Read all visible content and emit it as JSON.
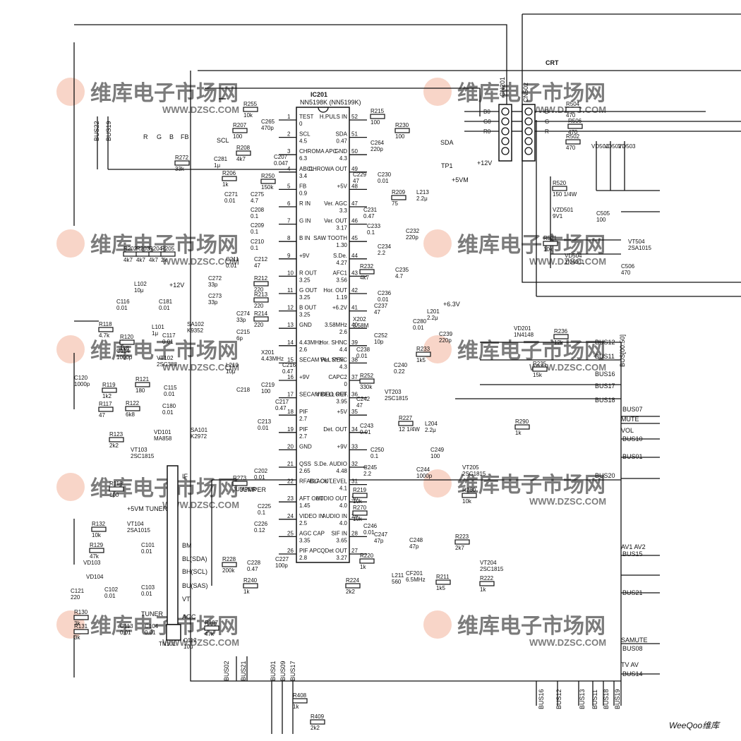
{
  "ic201": {
    "ref": "IC201",
    "part": "NN5198K (NN5199K)",
    "pins_left": [
      {
        "n": "1",
        "name": "TEST",
        "v": "0"
      },
      {
        "n": "2",
        "name": "SCL",
        "v": "4.5"
      },
      {
        "n": "3",
        "name": "CHROMA APC",
        "v": "6.3"
      },
      {
        "n": "4",
        "name": "ABCL",
        "v": "3.4"
      },
      {
        "n": "5",
        "name": "FB",
        "v": "0.9"
      },
      {
        "n": "6",
        "name": "R IN",
        "v": ""
      },
      {
        "n": "7",
        "name": "G IN",
        "v": ""
      },
      {
        "n": "8",
        "name": "B IN",
        "v": ""
      },
      {
        "n": "9",
        "name": "+9V",
        "v": ""
      },
      {
        "n": "10",
        "name": "R OUT",
        "v": "3.25"
      },
      {
        "n": "11",
        "name": "G OUT",
        "v": "3.25"
      },
      {
        "n": "12",
        "name": "B OUT",
        "v": "3.25"
      },
      {
        "n": "13",
        "name": "GND",
        "v": ""
      },
      {
        "n": "14",
        "name": "4.43MHz",
        "v": "2.6"
      },
      {
        "n": "15",
        "name": "SECAM PLL REF.",
        "v": ""
      },
      {
        "n": "16",
        "name": "+9V",
        "v": ""
      },
      {
        "n": "17",
        "name": "SECAM BELL REF.",
        "v": ""
      },
      {
        "n": "18",
        "name": "PIF",
        "v": "2.7"
      },
      {
        "n": "19",
        "name": "PIF",
        "v": "2.7"
      },
      {
        "n": "20",
        "name": "GND",
        "v": ""
      },
      {
        "n": "21",
        "name": "QSS",
        "v": "2.65"
      },
      {
        "n": "22",
        "name": "RFAGC OUT",
        "v": ""
      },
      {
        "n": "23",
        "name": "AFT OUT",
        "v": "1.45"
      },
      {
        "n": "24",
        "name": "VIDEO IN",
        "v": "2.5"
      },
      {
        "n": "25",
        "name": "AGC CAP",
        "v": "3.35"
      },
      {
        "n": "26",
        "name": "PIF APC",
        "v": "2.8"
      }
    ],
    "pins_right": [
      {
        "n": "52",
        "name": "H.PULS IN",
        "v": ""
      },
      {
        "n": "51",
        "name": "SDA",
        "v": "0.47"
      },
      {
        "n": "50",
        "name": "GND",
        "v": "4.3"
      },
      {
        "n": "49",
        "name": "CHROWA OUT",
        "v": ""
      },
      {
        "n": "48",
        "name": "+5V",
        "v": ""
      },
      {
        "n": "47",
        "name": "Ver. AGC",
        "v": "3.3"
      },
      {
        "n": "46",
        "name": "Ver. OUT",
        "v": "3.17"
      },
      {
        "n": "45",
        "name": "SAW TOOTH",
        "v": "1.30"
      },
      {
        "n": "44",
        "name": "S.De.",
        "v": "4.27"
      },
      {
        "n": "43",
        "name": "AFC1",
        "v": "3.56"
      },
      {
        "n": "42",
        "name": "Hor. OUT",
        "v": "1.19"
      },
      {
        "n": "41",
        "name": "+6.2V",
        "v": ""
      },
      {
        "n": "40",
        "name": "3.58MHz",
        "v": "2.6"
      },
      {
        "n": "39",
        "name": "Hor. SHNC",
        "v": "4.4"
      },
      {
        "n": "38",
        "name": "Ver. SYNC",
        "v": "4.3"
      },
      {
        "n": "37",
        "name": "CAPC2",
        "v": "0"
      },
      {
        "n": "36",
        "name": "VIDEO OUT",
        "v": "3.95"
      },
      {
        "n": "35",
        "name": "+5V",
        "v": ""
      },
      {
        "n": "34",
        "name": "Det. OUT",
        "v": ""
      },
      {
        "n": "33",
        "name": "+9V",
        "v": ""
      },
      {
        "n": "32",
        "name": "S.De. AUDIO",
        "v": "4.48"
      },
      {
        "n": "31",
        "name": "BLACK LEVEL",
        "v": "4.1"
      },
      {
        "n": "30",
        "name": "AUDIO OUT",
        "v": "4.0"
      },
      {
        "n": "29",
        "name": "AUDIO IN",
        "v": "4.0"
      },
      {
        "n": "28",
        "name": "SIF IN",
        "v": "3.65"
      },
      {
        "n": "27",
        "name": "QDet OUT",
        "v": "3.27"
      }
    ]
  },
  "connectors": {
    "cn201": {
      "ref": "CN201",
      "pins": [
        "B0",
        "G0",
        "R0",
        "",
        ""
      ]
    },
    "cn502": {
      "ref": "CN502",
      "pins": [
        "B",
        "G",
        "R",
        "",
        ""
      ]
    },
    "crt": "CRT"
  },
  "components": [
    {
      "ref": "R255",
      "val": "10k"
    },
    {
      "ref": "R207",
      "val": "100"
    },
    {
      "ref": "C265",
      "val": "470p"
    },
    {
      "ref": "R208",
      "val": "4k7"
    },
    {
      "ref": "C281",
      "val": "1μ"
    },
    {
      "ref": "C207",
      "val": "0.047"
    },
    {
      "ref": "R272",
      "val": "33k"
    },
    {
      "ref": "R206",
      "val": "1k"
    },
    {
      "ref": "R250",
      "val": "150k"
    },
    {
      "ref": "C271",
      "val": "0.01"
    },
    {
      "ref": "C275",
      "val": "4.7"
    },
    {
      "ref": "C208",
      "val": "0.1"
    },
    {
      "ref": "C209",
      "val": "0.1"
    },
    {
      "ref": "C210",
      "val": "0.1"
    },
    {
      "ref": "C211",
      "val": "0.01"
    },
    {
      "ref": "C212",
      "val": "47"
    },
    {
      "ref": "C272",
      "val": "33p"
    },
    {
      "ref": "R212",
      "val": "220"
    },
    {
      "ref": "C273",
      "val": "33p"
    },
    {
      "ref": "R213",
      "val": "220"
    },
    {
      "ref": "C274",
      "val": "33p"
    },
    {
      "ref": "R214",
      "val": "220"
    },
    {
      "ref": "R215",
      "val": "100"
    },
    {
      "ref": "R230",
      "val": "100"
    },
    {
      "ref": "C264",
      "val": "220p"
    },
    {
      "ref": "C229",
      "val": "47"
    },
    {
      "ref": "C230",
      "val": "0.01"
    },
    {
      "ref": "R209",
      "val": "75"
    },
    {
      "ref": "L213",
      "val": "2.2μ"
    },
    {
      "ref": "C231",
      "val": "0.47"
    },
    {
      "ref": "C233",
      "val": "0.1"
    },
    {
      "ref": "C232",
      "val": "220p"
    },
    {
      "ref": "C234",
      "val": "2.2"
    },
    {
      "ref": "R232",
      "val": "4k7"
    },
    {
      "ref": "C235",
      "val": "4.7"
    },
    {
      "ref": "C236",
      "val": "0.01"
    },
    {
      "ref": "C237",
      "val": "47"
    },
    {
      "ref": "L201",
      "val": "2.2μ"
    },
    {
      "ref": "C280",
      "val": "0.01"
    },
    {
      "ref": "X202",
      "val": "3.58M"
    },
    {
      "ref": "C252",
      "val": "10p"
    },
    {
      "ref": "C239",
      "val": "220p"
    },
    {
      "ref": "C238",
      "val": "0.01"
    },
    {
      "ref": "R233",
      "val": "1k5"
    },
    {
      "ref": "C240",
      "val": "0.22"
    },
    {
      "ref": "R252",
      "val": "330k"
    },
    {
      "ref": "VT203",
      "val": "2SC1815"
    },
    {
      "ref": "C242",
      "val": "47"
    },
    {
      "ref": "C243",
      "val": "0.01"
    },
    {
      "ref": "R227",
      "val": "12 1/4W"
    },
    {
      "ref": "L204",
      "val": "2.2μ"
    },
    {
      "ref": "R290",
      "val": "1k"
    },
    {
      "ref": "C250",
      "val": "0.1"
    },
    {
      "ref": "C249",
      "val": "100"
    },
    {
      "ref": "C245",
      "val": "2.2"
    },
    {
      "ref": "C244",
      "val": "1000p"
    },
    {
      "ref": "VT205",
      "val": "2SC1815"
    },
    {
      "ref": "R260",
      "val": "10k"
    },
    {
      "ref": "R219",
      "val": "10k"
    },
    {
      "ref": "R270",
      "val": "10k"
    },
    {
      "ref": "C246",
      "val": "0.01"
    },
    {
      "ref": "C247",
      "val": "47p"
    },
    {
      "ref": "C248",
      "val": "47p"
    },
    {
      "ref": "R223",
      "val": "2k7"
    },
    {
      "ref": "R220",
      "val": "1k"
    },
    {
      "ref": "L211",
      "val": "560"
    },
    {
      "ref": "CF201",
      "val": "6.5MHz"
    },
    {
      "ref": "R211",
      "val": "1k5"
    },
    {
      "ref": "VT204",
      "val": "2SC1815"
    },
    {
      "ref": "R222",
      "val": "1k"
    },
    {
      "ref": "R224",
      "val": "2k2"
    },
    {
      "ref": "R228",
      "val": "200k"
    },
    {
      "ref": "C228",
      "val": "0.47"
    },
    {
      "ref": "R240",
      "val": "1k"
    },
    {
      "ref": "C227",
      "val": "100p"
    },
    {
      "ref": "C225",
      "val": "0.1"
    },
    {
      "ref": "C226",
      "val": "0.12"
    },
    {
      "ref": "R273",
      "val": "JUMPER"
    },
    {
      "ref": "C202",
      "val": "0.01"
    },
    {
      "ref": "C213",
      "val": "0.01"
    },
    {
      "ref": "C216",
      "val": "0.47"
    },
    {
      "ref": "C217",
      "val": "0.47"
    },
    {
      "ref": "L210",
      "val": "10μ"
    },
    {
      "ref": "C218",
      "val": ""
    },
    {
      "ref": "C219",
      "val": "100"
    },
    {
      "ref": "C215",
      "val": "6p"
    },
    {
      "ref": "X201",
      "val": "4.43MHz"
    },
    {
      "ref": "L102",
      "val": "10μ"
    },
    {
      "ref": "C116",
      "val": "0.01"
    },
    {
      "ref": "C181",
      "val": "0.01"
    },
    {
      "ref": "R118",
      "val": "4.7k"
    },
    {
      "ref": "R120",
      "val": "1k8"
    },
    {
      "ref": "L101",
      "val": "1μ"
    },
    {
      "ref": "C117",
      "val": "0.01"
    },
    {
      "ref": "C114",
      "val": "1000p"
    },
    {
      "ref": "VT102",
      "val": "2SC388"
    },
    {
      "ref": "C120",
      "val": "1000p"
    },
    {
      "ref": "R119",
      "val": "1k2"
    },
    {
      "ref": "R121",
      "val": "180"
    },
    {
      "ref": "C115",
      "val": "0.01"
    },
    {
      "ref": "R117",
      "val": "47"
    },
    {
      "ref": "R122",
      "val": "6k8"
    },
    {
      "ref": "C180",
      "val": "0.01"
    },
    {
      "ref": "R123",
      "val": "2k2"
    },
    {
      "ref": "VT103",
      "val": "2SC1815"
    },
    {
      "ref": "VD101",
      "val": "MA858"
    },
    {
      "ref": "SA101",
      "val": "K2972"
    },
    {
      "ref": "SA102",
      "val": "K9352"
    },
    {
      "ref": "R116",
      "val": "100"
    },
    {
      "ref": "R132",
      "val": "10k"
    },
    {
      "ref": "VT104",
      "val": "2SA1015"
    },
    {
      "ref": "R129",
      "val": "47k"
    },
    {
      "ref": "C101",
      "val": "0.01"
    },
    {
      "ref": "VD103",
      "val": ""
    },
    {
      "ref": "VD104",
      "val": ""
    },
    {
      "ref": "C121",
      "val": "220"
    },
    {
      "ref": "C102",
      "val": "0.01"
    },
    {
      "ref": "C103",
      "val": "0.01"
    },
    {
      "ref": "R130",
      "val": "3k"
    },
    {
      "ref": "R131",
      "val": "3k"
    },
    {
      "ref": "C113",
      "val": "0.01"
    },
    {
      "ref": "C104",
      "val": "0.01"
    },
    {
      "ref": "C112",
      "val": "10μ"
    },
    {
      "ref": "R107",
      "val": "47k"
    },
    {
      "ref": "TN101",
      "val": ""
    },
    {
      "ref": "R202",
      "val": "4k7"
    },
    {
      "ref": "R203",
      "val": "4k7"
    },
    {
      "ref": "R204",
      "val": "4k7"
    },
    {
      "ref": "R205",
      "val": "2k"
    },
    {
      "ref": "R504",
      "val": "470"
    },
    {
      "ref": "R506",
      "val": "470"
    },
    {
      "ref": "R502",
      "val": "470"
    },
    {
      "ref": "VD501",
      "val": ""
    },
    {
      "ref": "VD502",
      "val": ""
    },
    {
      "ref": "VD503",
      "val": ""
    },
    {
      "ref": "R520",
      "val": "150 1/4W"
    },
    {
      "ref": "VZD501",
      "val": "9V1"
    },
    {
      "ref": "C505",
      "val": "100"
    },
    {
      "ref": "R521",
      "val": "10k"
    },
    {
      "ref": "VT504",
      "val": "2SA1015"
    },
    {
      "ref": "VD504",
      "val": "1N4001"
    },
    {
      "ref": "C506",
      "val": "470"
    },
    {
      "ref": "VD201",
      "val": "1N4148"
    },
    {
      "ref": "R236",
      "val": "12k"
    },
    {
      "ref": "R235",
      "val": "15k"
    },
    {
      "ref": "R408",
      "val": "1k"
    },
    {
      "ref": "R409",
      "val": "2k2"
    }
  ],
  "buses": [
    "BUS22",
    "BUS19",
    "BUS12",
    "BUS11",
    "BUS[00:50]",
    "BUS16",
    "BUS17",
    "BUS18",
    "BUS07",
    "BUS10",
    "BUS01",
    "BUS20",
    "BUS15",
    "BUS21",
    "BUS08",
    "BUS14",
    "BUS02",
    "BUS21",
    "BUS01",
    "BUS09",
    "BUS17",
    "BUS16",
    "BUS12",
    "BUS13",
    "BUS11",
    "BUS18",
    "BUS19"
  ],
  "signals": {
    "mute": "MUTE",
    "vol": "VOL",
    "av": "AV1 AV2",
    "samute": "SAMUTE",
    "tvav": "TV AV",
    "scl": "SCL",
    "sda": "SDA",
    "rgb": [
      "R",
      "G",
      "B",
      "FB"
    ],
    "tp1": "TP1",
    "jumper": "JUMPER",
    "if": "IF",
    "tuner_pins": [
      "BM",
      "BL(SDA)",
      "BH(SCL)",
      "BU(SAS)",
      "VT",
      "AGC"
    ],
    "tuner": "TUNER",
    "tuner5v": "+5VM TUNER",
    "rails": [
      "+9V",
      "+12V",
      "+5VM",
      "+6.3V",
      "+5V"
    ]
  },
  "watermark": {
    "cn": "维库电子市场网",
    "url": "WWW.DZSC.COM"
  },
  "footer_logo": "WeeQoo维库"
}
